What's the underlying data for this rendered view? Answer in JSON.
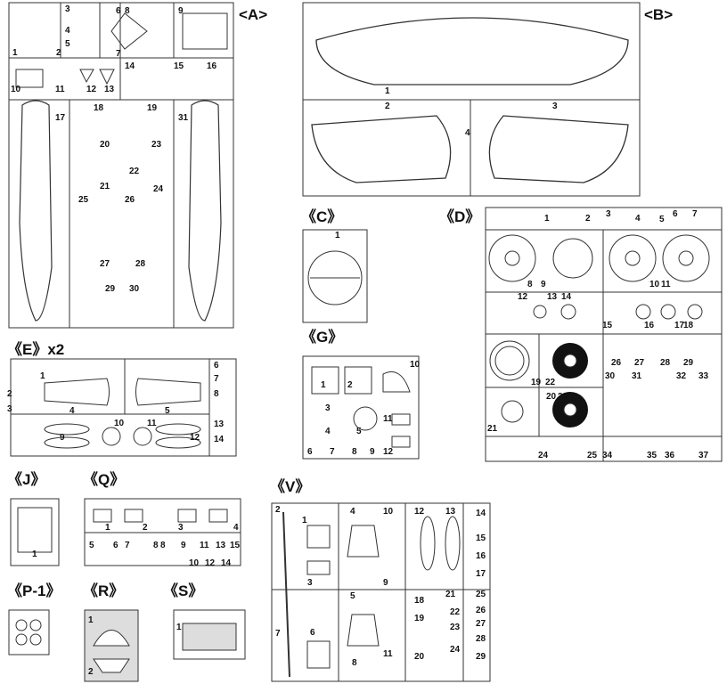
{
  "sprues": {
    "A": {
      "label": "<A>",
      "parts": [
        "1",
        "2",
        "3",
        "4",
        "5",
        "6",
        "7",
        "8",
        "9",
        "10",
        "11",
        "12",
        "13",
        "14",
        "15",
        "16",
        "17",
        "18",
        "19",
        "31",
        "20",
        "21",
        "23",
        "22",
        "24",
        "25",
        "26",
        "27",
        "28",
        "29",
        "30"
      ]
    },
    "B": {
      "label": "<B>",
      "parts": [
        "1",
        "2",
        "3",
        "4"
      ]
    },
    "C": {
      "label": "《C》",
      "parts": [
        "1"
      ]
    },
    "D": {
      "label": "《D》",
      "parts": [
        "1",
        "2",
        "3",
        "4",
        "5",
        "6",
        "7",
        "8",
        "9",
        "10",
        "11",
        "12",
        "13",
        "14",
        "15",
        "16",
        "17",
        "18",
        "19",
        "20",
        "21",
        "22",
        "23",
        "24",
        "25",
        "26",
        "27",
        "28",
        "29",
        "30",
        "31",
        "32",
        "33",
        "34",
        "35",
        "36",
        "37"
      ]
    },
    "E": {
      "label": "《E》x2",
      "parts": [
        "1",
        "2",
        "3",
        "4",
        "5",
        "6",
        "7",
        "8",
        "9",
        "10",
        "11",
        "12",
        "13",
        "14"
      ]
    },
    "G": {
      "label": "《G》",
      "parts": [
        "10",
        "1",
        "2",
        "3",
        "4",
        "5",
        "6",
        "7",
        "8",
        "9",
        "11",
        "12"
      ]
    },
    "J": {
      "label": "《J》",
      "parts": [
        "1"
      ]
    },
    "Q": {
      "label": "《Q》",
      "parts": [
        "1",
        "2",
        "3",
        "4",
        "5",
        "6",
        "7",
        "8",
        "8",
        "9",
        "11",
        "13",
        "15",
        "10",
        "12",
        "14"
      ]
    },
    "P1": {
      "label": "《P-1》",
      "parts": []
    },
    "R": {
      "label": "《R》",
      "parts": [
        "1",
        "2"
      ]
    },
    "S": {
      "label": "《S》",
      "parts": [
        "1"
      ]
    },
    "V": {
      "label": "《V》",
      "parts": [
        "2",
        "1",
        "3",
        "4",
        "10",
        "9",
        "12",
        "13",
        "14",
        "15",
        "16",
        "17",
        "5",
        "6",
        "7",
        "8",
        "11",
        "18",
        "19",
        "20",
        "21",
        "22",
        "23",
        "24",
        "25",
        "26",
        "27",
        "28",
        "29"
      ]
    }
  }
}
